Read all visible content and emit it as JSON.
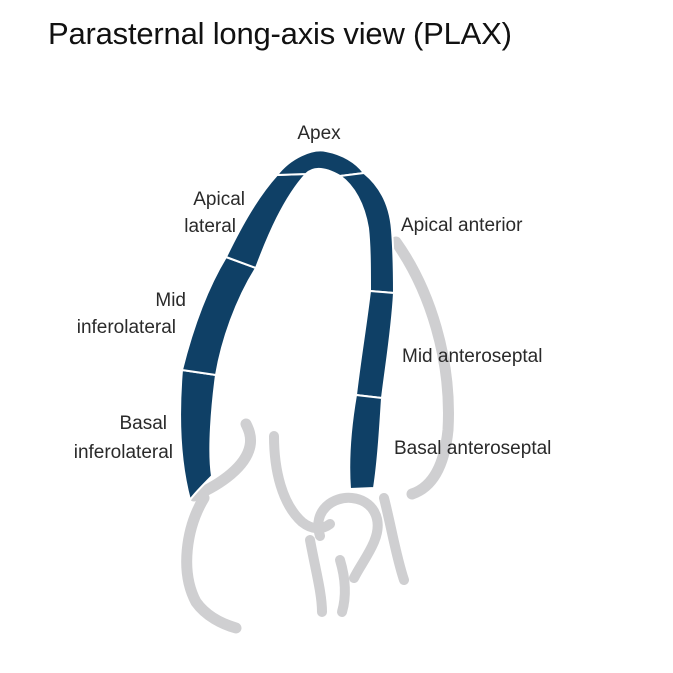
{
  "title": "Parasternal long-axis view (PLAX)",
  "colors": {
    "segment_fill": "#0f4066",
    "anatomy_outline": "#cfcfd1",
    "segment_divider": "#ffffff",
    "label_text": "#2a2a2a"
  },
  "labels": {
    "apex": "Apex",
    "apical_lateral": [
      "Apical",
      "lateral"
    ],
    "mid_inferolateral": [
      "Mid",
      "inferolateral"
    ],
    "basal_inferolateral": [
      "Basal",
      "inferolateral"
    ],
    "apical_anterior": "Apical anterior",
    "mid_anteroseptal": "Mid anteroseptal",
    "basal_anteroseptal": "Basal anteroseptal"
  }
}
